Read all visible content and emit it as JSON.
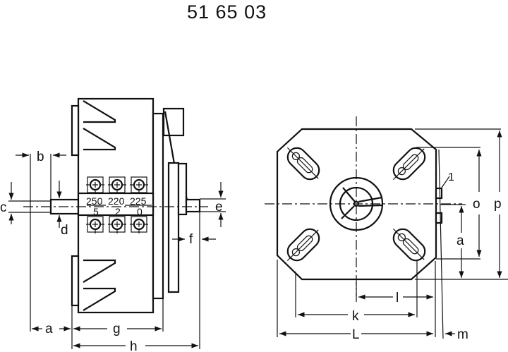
{
  "title": "51 65 03",
  "side_view": {
    "dimensions": [
      "a",
      "b",
      "c",
      "d",
      "e",
      "f",
      "g",
      "h"
    ],
    "taps_top": [
      "250",
      "220",
      "225"
    ],
    "taps_bottom": [
      "5",
      "2",
      "0"
    ]
  },
  "front_view": {
    "dimensions": [
      "o",
      "p",
      "a",
      "l",
      "k",
      "L",
      "m"
    ],
    "callout": "1"
  }
}
